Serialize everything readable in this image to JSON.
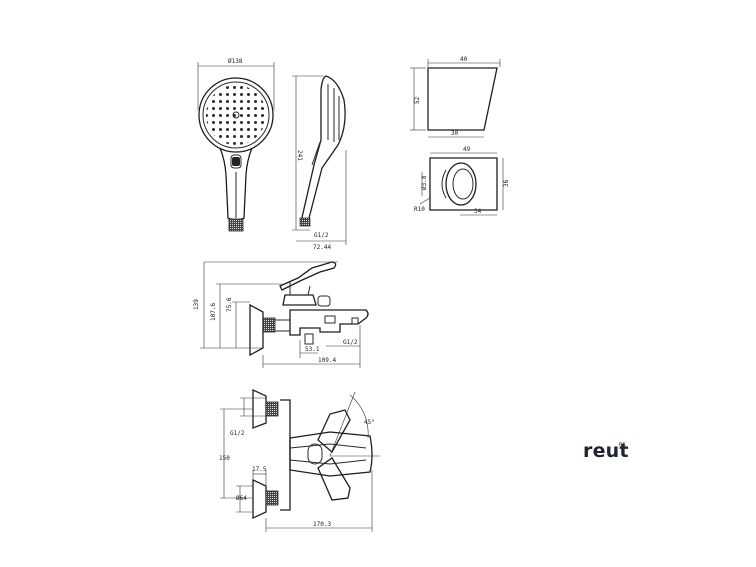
{
  "brand": {
    "name": "reut",
    "superscript": "RK"
  },
  "dimensions": {
    "head_diameter": "Ø138",
    "head_length": "241",
    "hose_thread": "G1/2",
    "head_depth": "72.44",
    "holder_top_width": "40",
    "holder_height": "52",
    "holder_bottom_width": "30",
    "holder_plan_width": "49",
    "holder_plan_depth": "36",
    "holder_hole": "Ø3.8",
    "holder_hole_label": "R10",
    "holder_plan_offset": "34",
    "mixer_height": "139",
    "mixer_axis_height": "107.6",
    "mixer_inlet_height": "75.6",
    "mixer_outlet_offset": "53.1",
    "mixer_outlet_thread": "G1/2",
    "mixer_depth": "109.4",
    "top_inlet_thread": "G1/2",
    "top_center_distance": "150",
    "top_inlet_depth": "17.5",
    "top_flange_diameter": "Ø64",
    "top_length": "170.3",
    "lever_angle": "45°"
  }
}
